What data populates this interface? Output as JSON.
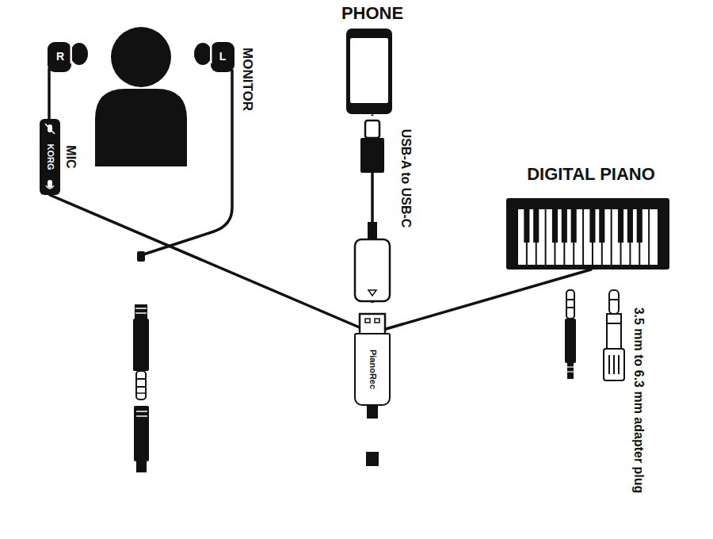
{
  "diagram": {
    "nodes": [
      {
        "text": [
          "PHONE"
        ]
      },
      {
        "text": [
          "PianoRec"
        ]
      },
      {
        "text": [
          "DIGITAL PIANO"
        ]
      },
      {
        "text": [
          "KORG"
        ]
      }
    ],
    "edges": [
      {
        "from": 1,
        "to": 0,
        "arrow": "none"
      },
      {
        "from": 1,
        "to": 2,
        "arrow": "none"
      },
      {
        "from": 1,
        "to": 3,
        "arrow": "none"
      }
    ],
    "labels": [
      "USB-A to USB-C",
      "3.5 mm to 6.3 mm adapter plug",
      "MONITOR",
      "MIC",
      "R",
      "L"
    ]
  }
}
